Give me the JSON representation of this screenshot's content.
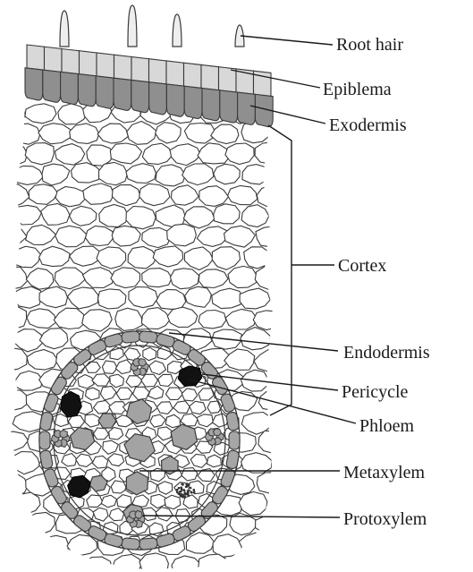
{
  "labels": {
    "root_hair": "Root hair",
    "epiblema": "Epiblema",
    "exodermis": "Exodermis",
    "cortex": "Cortex",
    "endodermis": "Endodermis",
    "pericycle": "Pericycle",
    "phloem": "Phloem",
    "metaxylem": "Metaxylem",
    "protoxylem": "Protoxylem"
  },
  "colors": {
    "outline": "#3a3a3a",
    "root_hair_fill": "#eeeeee",
    "epiblema_fill": "#d8d8d8",
    "exodermis_fill": "#8f8f8f",
    "endodermis_fill": "#a6a6a6",
    "xylem_fill": "#a3a3a3",
    "phloem_fill": "#111111",
    "label_text": "#1a1a1a"
  }
}
